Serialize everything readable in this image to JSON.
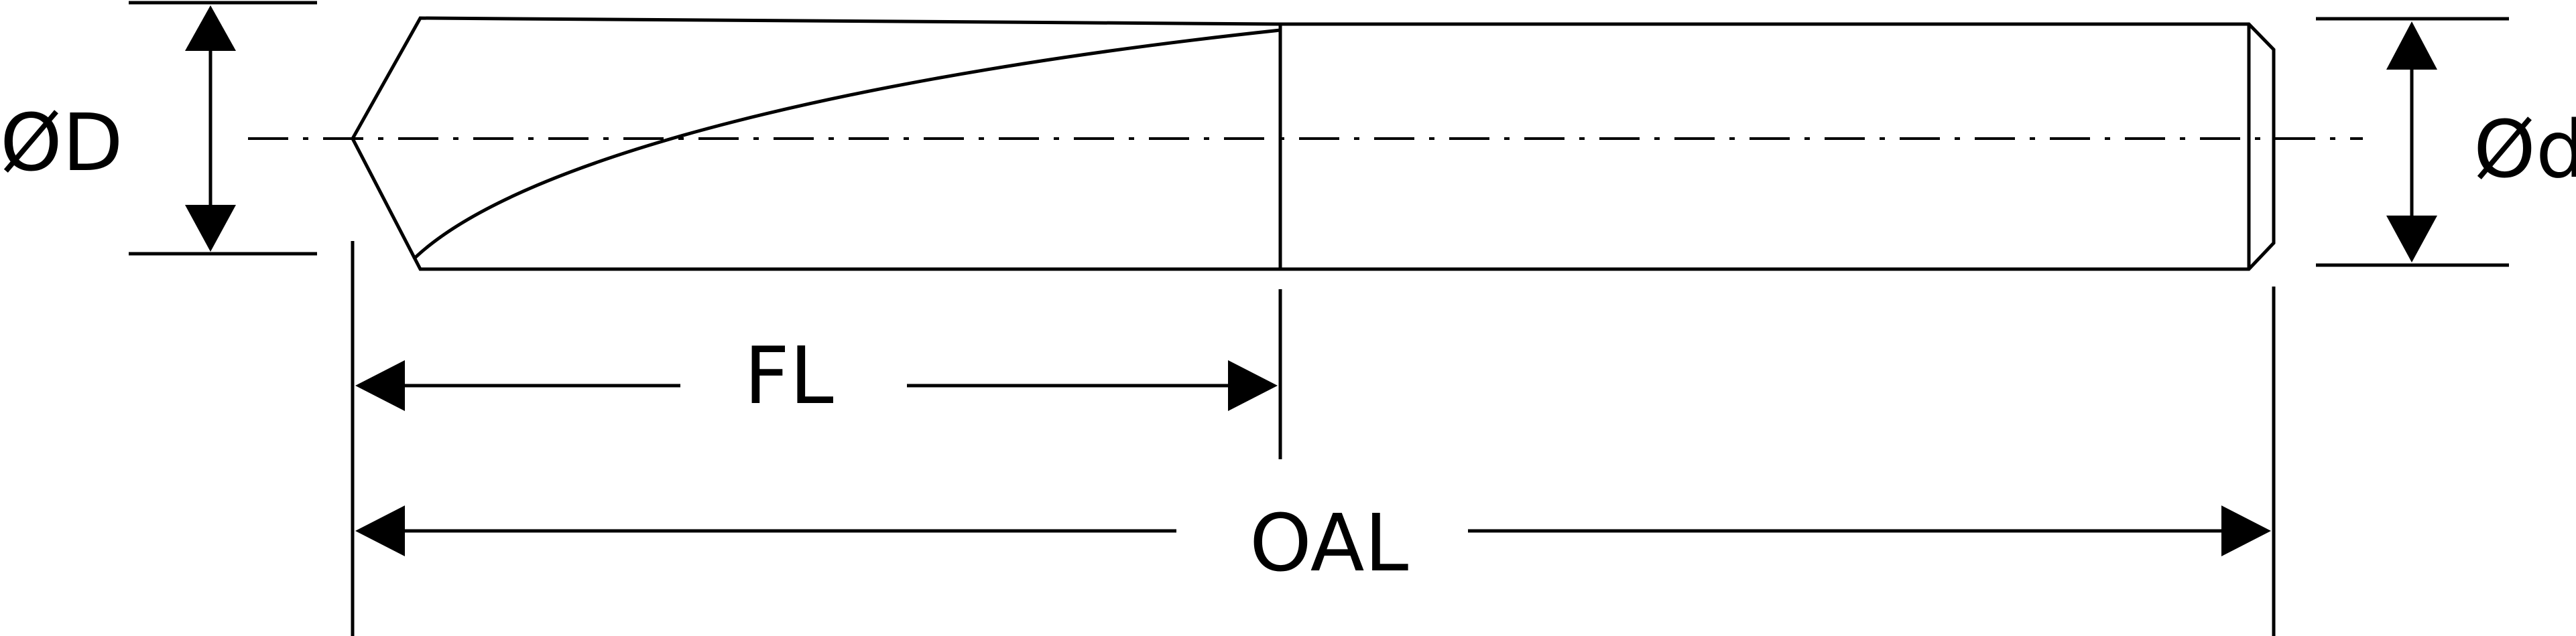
{
  "labels": {
    "major_diameter": "ØD",
    "shank_diameter": "Ød",
    "flute_length": "FL",
    "overall_length": "OAL"
  },
  "colors": {
    "line": "#000000",
    "background": "#ffffff"
  }
}
